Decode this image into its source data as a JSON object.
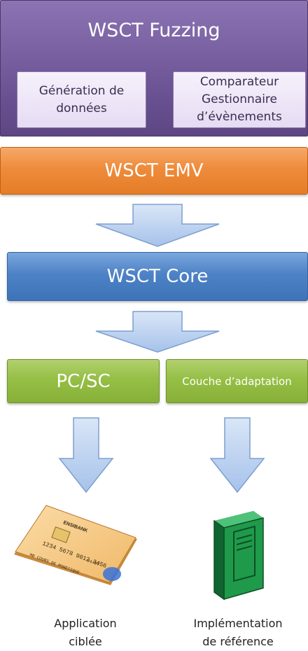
{
  "layers": {
    "fuzzing": {
      "title": "WSCT Fuzzing",
      "generation": [
        "Génération de",
        "données"
      ],
      "comparateur": [
        "Comparateur",
        "Gestionnaire",
        "d’évènements"
      ]
    },
    "emv": "WSCT EMV",
    "core": "WSCT Core",
    "pcsc": "PC/SC",
    "adaptation": "Couche d’adaptation"
  },
  "card": {
    "bank": "ENSIBANK",
    "number": "1234  5678  9012  3456",
    "holder": "MR COURS DE MONETIQUE",
    "expiry": "04/07"
  },
  "captions": {
    "application": [
      "Application",
      "ciblée"
    ],
    "reference": [
      "Implémentation",
      "de référence"
    ]
  },
  "colors": {
    "fuzzing": "#6e5697",
    "emv": "#ee8b3b",
    "core": "#4d82c6",
    "pcsc": "#95bf45",
    "arrow": "#b9d0ef",
    "server": "#1f9a4a"
  },
  "icons": [
    "down-arrow-icon",
    "credit-card-icon",
    "server-icon"
  ]
}
